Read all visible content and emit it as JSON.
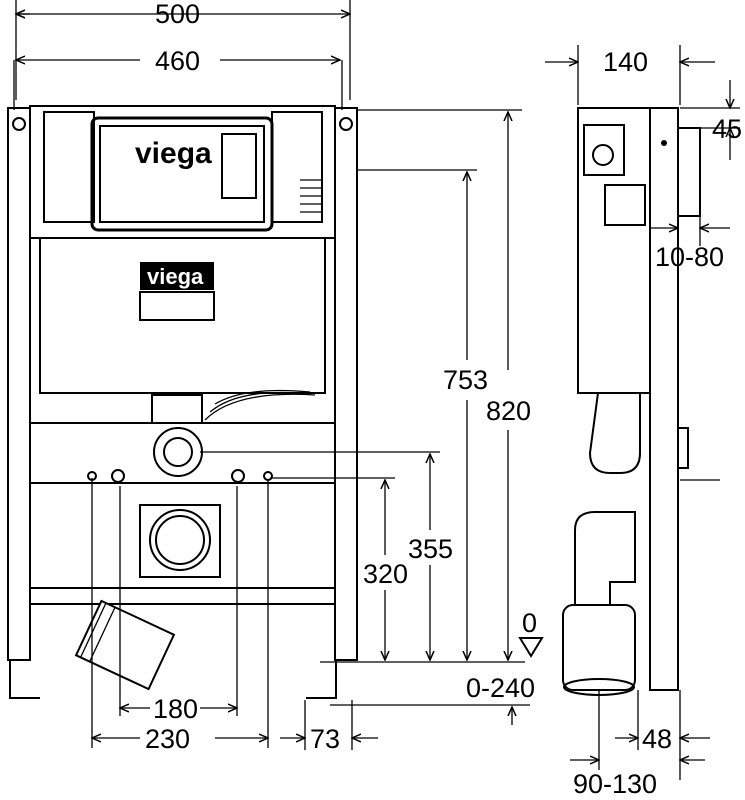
{
  "drawing": {
    "brand": "viega",
    "front_view": {
      "overall_width": "500",
      "frame_width": "460",
      "overall_height": "820",
      "height_753": "753",
      "height_355": "355",
      "height_320": "320",
      "width_180": "180",
      "width_230": "230",
      "offset_73": "73",
      "zero_level": "0",
      "adjustable_range": "0-240"
    },
    "side_view": {
      "depth": "140",
      "top_offset": "45",
      "wall_range": "10-80",
      "offset_48": "48",
      "outlet_range": "90-130"
    }
  }
}
